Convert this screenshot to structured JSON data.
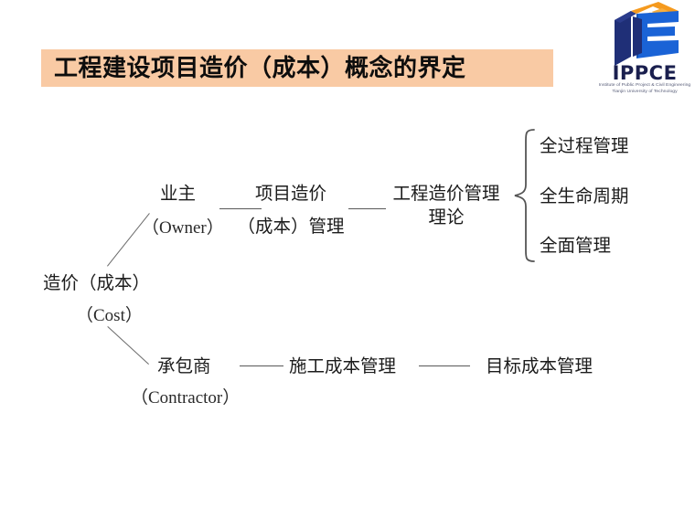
{
  "slide": {
    "title": "工程建设项目造价（成本）概念的界定",
    "title_bg": "#f9caa4"
  },
  "logo": {
    "wordmark": "IPPCE",
    "subtitle_line1": "Institute of Public Project & Civil Engineering",
    "subtitle_line2": "Tianjin University of Technology",
    "colors": {
      "orange": "#f59a1e",
      "navy": "#1f2f77",
      "blue": "#1a63d6"
    }
  },
  "diagram": {
    "root": {
      "cn": "造价（成本）",
      "en": "（Cost）"
    },
    "branches": [
      {
        "actor_cn": "业主",
        "actor_en": "（Owner）",
        "step2_line1": "项目造价",
        "step2_line2": "（成本）管理",
        "step3_line1": "工程造价管理",
        "step3_line2": "理论",
        "outcomes": [
          "全过程管理",
          "全生命周期",
          "全面管理"
        ]
      },
      {
        "actor_cn": "承包商",
        "actor_en": "（Contractor）",
        "step2": "施工成本管理",
        "step3": "目标成本管理"
      }
    ]
  }
}
